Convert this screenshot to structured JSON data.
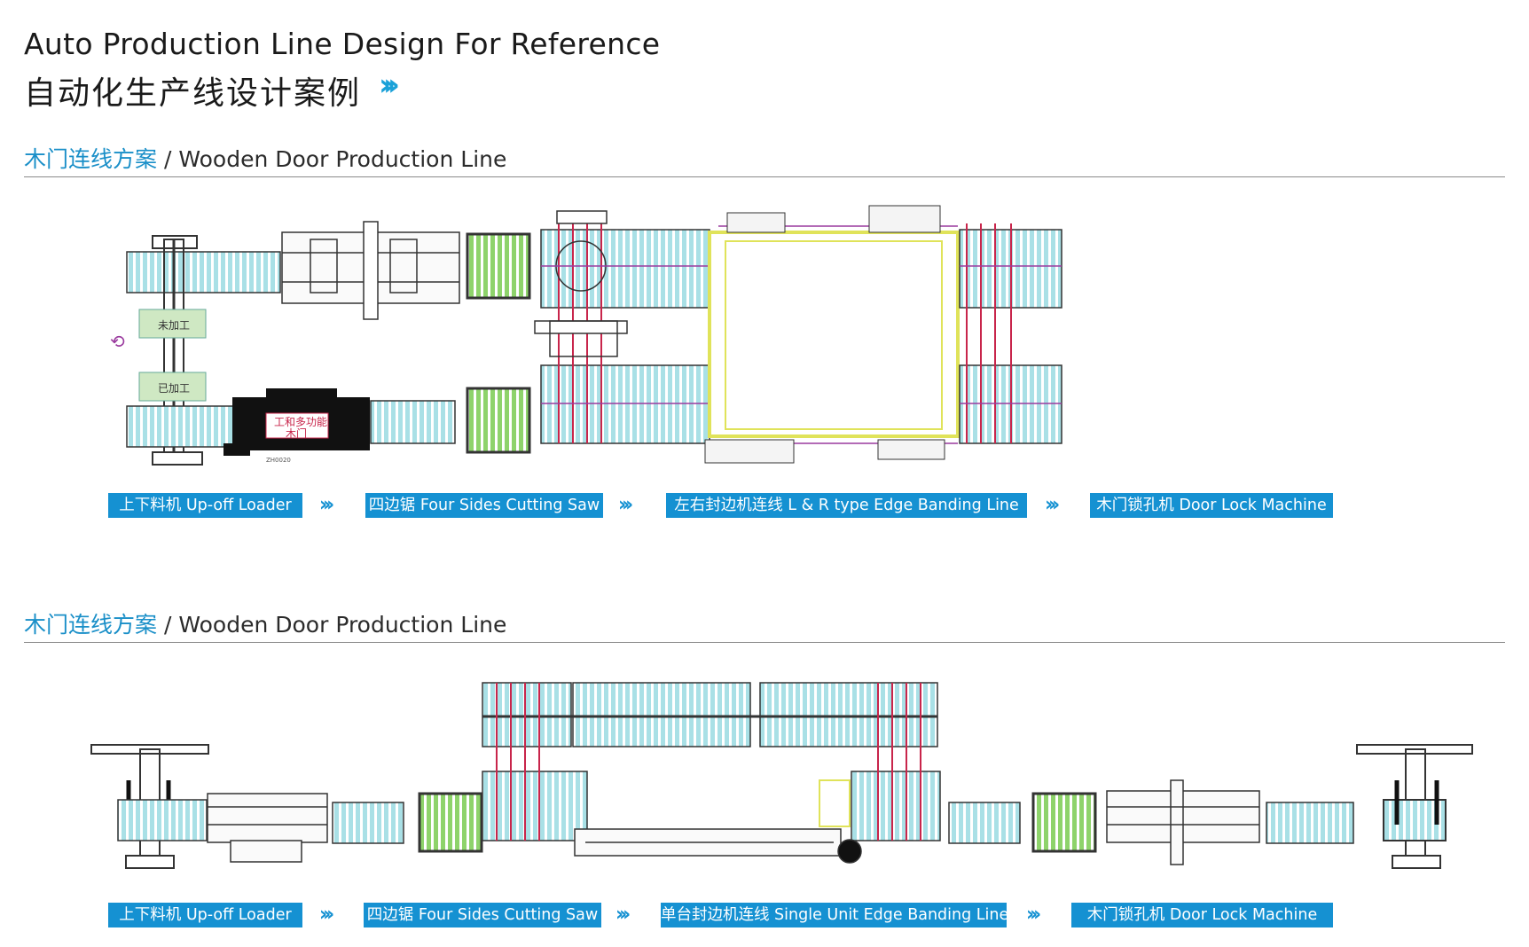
{
  "header": {
    "title_en": "Auto Production Line Design For Reference",
    "title_cn": "自动化生产线设计案例",
    "arrows": "›››"
  },
  "sections": [
    {
      "title_cn": "木门连线方案",
      "separator": "/",
      "title_en": "Wooden Door Production Line",
      "diagram_labels": {
        "unprocessed": "未加工",
        "processed": "已加工",
        "machine_text_top": "工和多功能",
        "machine_text_bottom": "木门",
        "machine_tag": "ZH0020"
      },
      "stages": [
        "上下料机 Up-off Loader",
        "四边锯 Four Sides Cutting Saw",
        "左右封边机连线  L & R type Edge Banding Line",
        "木门锁孔机  Door Lock Machine"
      ],
      "chevron": "›››"
    },
    {
      "title_cn": "木门连线方案",
      "separator": "/",
      "title_en": "Wooden Door Production Line",
      "stages": [
        "上下料机 Up-off Loader",
        "四边锯 Four Sides Cutting Saw",
        "单台封边机连线  Single Unit Edge Banding Line",
        "木门锁孔机  Door Lock Machine"
      ],
      "chevron": "›››"
    }
  ],
  "colors": {
    "accent": "#1591d2",
    "heading_blue": "#1a8fc8",
    "roller_cyan": "#a9e0e6",
    "roller_green": "#8ed36b",
    "guide_red": "#c8254b",
    "frame_yellow": "#e0e35a",
    "frame_purple": "#9a3a9e"
  }
}
